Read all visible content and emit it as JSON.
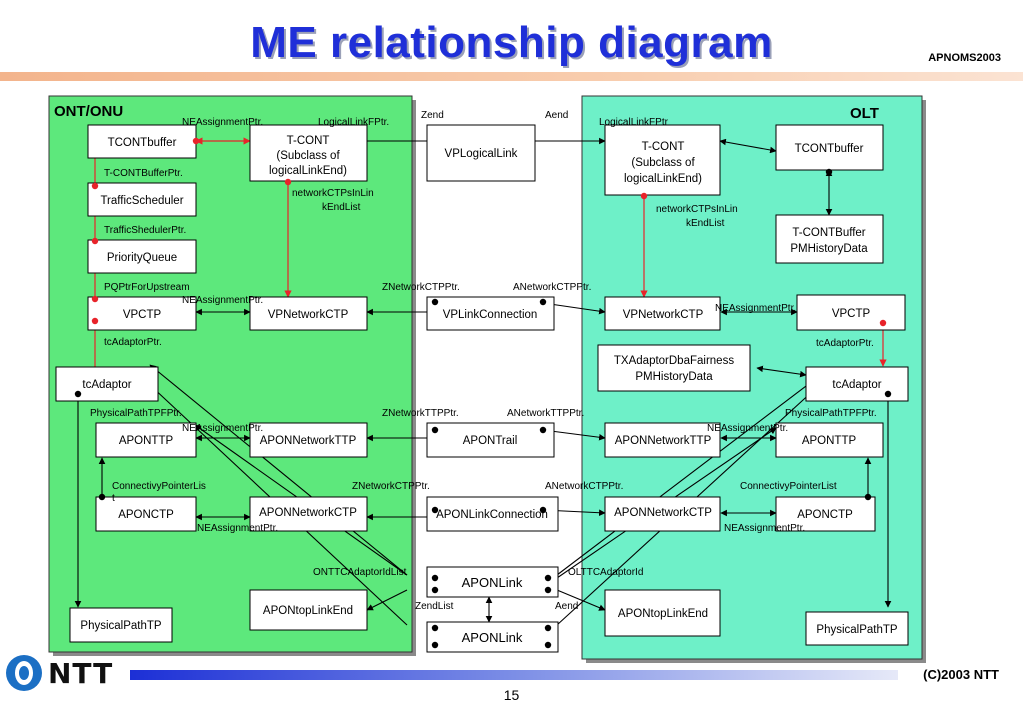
{
  "slide": {
    "title": "ME relationship diagram",
    "conference": "APNOMS2003",
    "copyright": "(C)2003 NTT",
    "page_number": "15",
    "logo_text": "NTT"
  },
  "groups": {
    "ont": "ONT/ONU",
    "olt": "OLT"
  },
  "boxes": {
    "tcontbuffer_l": "TCONTbuffer",
    "tcont_l": [
      "T-CONT",
      "(Subclass of",
      "logicalLinkEnd)"
    ],
    "trafficscheduler": "TrafficScheduler",
    "priorityqueue": "PriorityQueue",
    "vpctp_l": "VPCTP",
    "vpnetworkctp_l": "VPNetworkCTP",
    "tcadaptor_l": "tcAdaptor",
    "aponttp_l": "APONTTP",
    "aponnetworkttp_l": "APONNetworkTTP",
    "aponctp_l": "APONCTP",
    "aponnetworkctp_l": "APONNetworkCTP",
    "apontoplinkend_l": "APONtopLinkEnd",
    "physicalpathtp_l": "PhysicalPathTP",
    "vplogicallink": "VPLogicalLink",
    "vplinkconnection": "VPLinkConnection",
    "apontrail": "APONTrail",
    "aponlinkconnection": "APONLinkConnection",
    "aponlink_1": "APONLink",
    "aponlink_2": "APONLink",
    "tcont_r": [
      "T-CONT",
      "(Subclass of",
      "logicalLinkEnd)"
    ],
    "tcontbuffer_r": "TCONTbuffer",
    "tcontbuffer_history": [
      "T-CONTBuffer",
      "PMHistoryData"
    ],
    "vpnetworkctp_r": "VPNetworkCTP",
    "vpctp_r": "VPCTP",
    "txadaptor": [
      "TXAdaptorDbaFairness",
      "PMHistoryData"
    ],
    "tcadaptor_r": "tcAdaptor",
    "aponnetworkttp_r": "APONNetworkTTP",
    "aponttp_r": "APONTTP",
    "aponnetworkctp_r": "APONNetworkCTP",
    "aponctp_r": "APONCTP",
    "apontoplinkend_r": "APONtopLinkEnd",
    "physicalpathtp_r": "PhysicalPathTP"
  },
  "labels": {
    "neassign_1": "NEAssignmentPtr.",
    "logicallinkfptr_l": "LogicalLinkFPtr.",
    "zend_top": "Zend",
    "aend_top": "Aend",
    "logicallinkfptr_r": "LogicalLinkFPtr",
    "tcontbufferptr": "T-CONTBufferPtr.",
    "networkctps_l": [
      "networkCTPsInLin",
      "kEndList"
    ],
    "networkctps_r": [
      "networkCTPsInLin",
      "kEndList"
    ],
    "trafficshedulerptr": "TrafficShedulerPtr.",
    "pqptr": "PQPtrForUpstream",
    "neassign_2": "NEAssignmentPtr.",
    "znetworkctp_1": "ZNetworkCTPPtr.",
    "anetworkctp_1": "ANetworkCTPPtr.",
    "neassign_r1": "NEAssignmentPtr.",
    "tcadaptorptr_l": "tcAdaptorPtr.",
    "tcadaptorptr_r": "tcAdaptorPtr.",
    "physicalpathtpf_l": "PhysicalPathTPFPtr.",
    "neassign_3": "NEAssignmentPtr.",
    "znetworkttp": "ZNetworkTTPPtr.",
    "anetworkttp": "ANetworkTTPPtr.",
    "neassign_r2": "NEAssignmentPtr.",
    "physicalpathtpf_r": "PhysicalPathTPFPtr.",
    "connectivy_l": [
      "ConnectivyPointerLis",
      "t"
    ],
    "znetworkctp_2": "ZNetworkCTPPtr.",
    "anetworkctp_2": "ANetworkCTPPtr.",
    "connectivy_r": "ConnectivyPointerList",
    "neassign_4": "NEAssignmentPtr.",
    "neassign_r3": "NEAssignmentPtr.",
    "onttcadaptor": "ONTTCAdaptorIdList",
    "olttcadaptor": "OLTTCAdaptorId",
    "zendlist": "ZendList",
    "aend_bottom": "Aend"
  },
  "colors": {
    "title": "#1f2fd8",
    "ont_fill": "#5de87c",
    "olt_fill": "#6ef0c8",
    "red_pointer": "#e8232a",
    "footer_bar": "#1c2fd6",
    "header_bar": "#f3b48c",
    "logo": "#1b6fc4"
  }
}
